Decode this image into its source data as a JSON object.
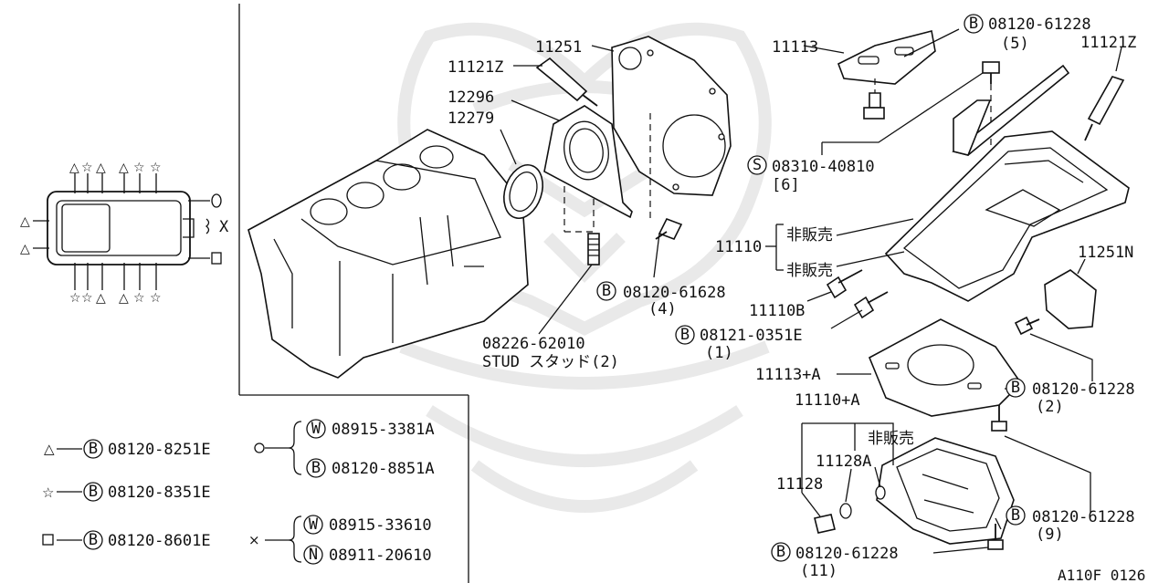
{
  "labels": {
    "p11251": "11251",
    "p11121z_top": "11121Z",
    "p12296": "12296",
    "p12279": "12279",
    "p11113": "11113",
    "b_0812061228_5": "08120-61228",
    "q5": "(5)",
    "p11121z_right": "11121Z",
    "s_0831040810": "08310-40810",
    "q6": "[6]",
    "p11110": "11110",
    "not_sold_1": "非販売",
    "not_sold_2": "非販売",
    "p11110b": "11110B",
    "b_0812061628": "08120-61628",
    "q4": "(4)",
    "stud_no": "08226-62010",
    "stud_desc": "STUD スタッド(2)",
    "b_081210351e": "08121-0351E",
    "q1": "(1)",
    "p11251n": "11251N",
    "p11113a": "11113+A",
    "b_0812061228_2": "08120-61228",
    "q2": "(2)",
    "p11110a": "11110+A",
    "not_sold_3": "非販売",
    "p11128a": "11128A",
    "p11128": "11128",
    "b_0812061228_9": "08120-61228",
    "q9": "(9)",
    "b_0812061228_11": "08120-61228",
    "q11": "(11)",
    "figure_code": "A110F 0126"
  },
  "legend": {
    "row1_part": "08120-8251E",
    "row1_w": "08915-3381A",
    "row1_b": "08120-8851A",
    "row2_part": "08120-8351E",
    "row3_part": "08120-8601E",
    "row3_w": "08915-33610",
    "row3_n": "08911-20610"
  },
  "pan_keys": {
    "x_mark": "X"
  },
  "markers": {
    "b": "B",
    "s": "S",
    "w": "W",
    "n": "N"
  }
}
